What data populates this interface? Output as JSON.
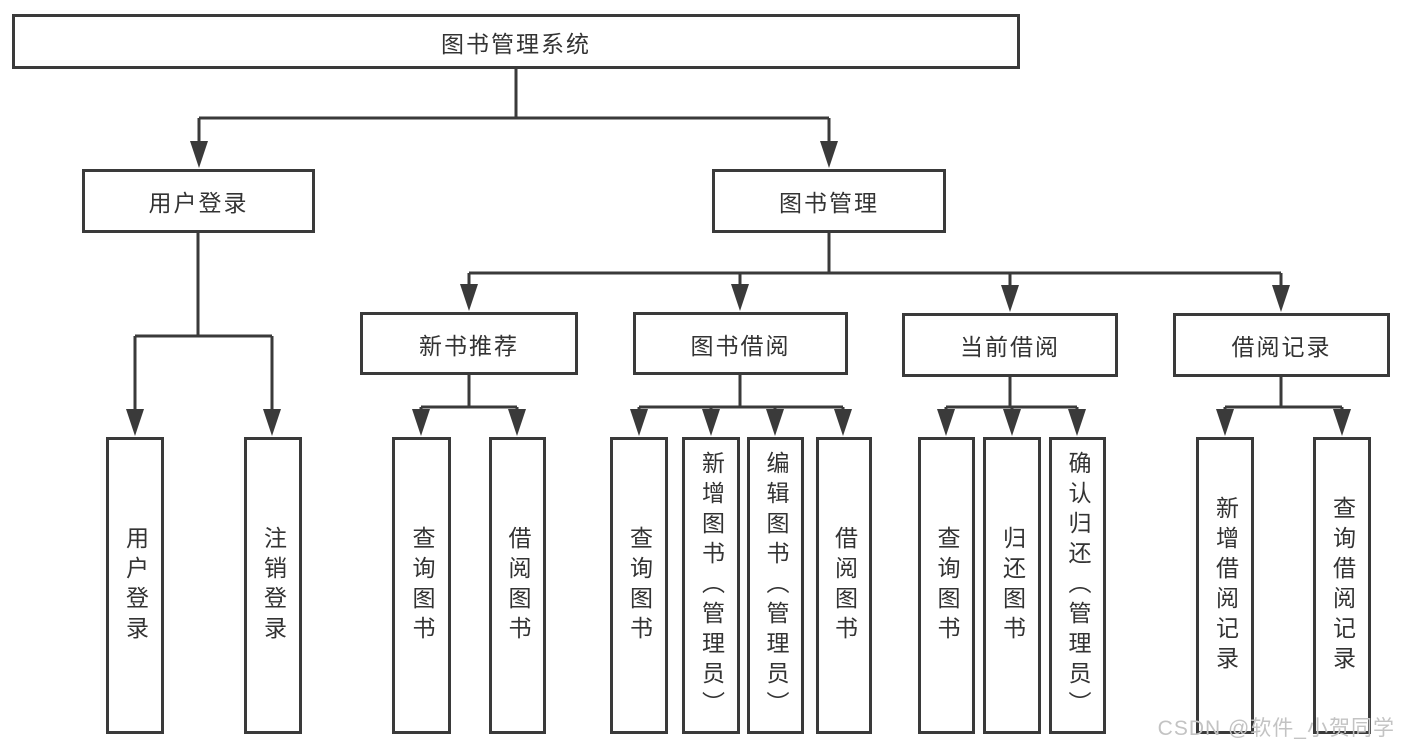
{
  "diagram_title": "图书管理系统",
  "tree": {
    "label": "图书管理系统",
    "children": [
      {
        "label": "用户登录",
        "children": [
          {
            "label": "用户登录"
          },
          {
            "label": "注销登录"
          }
        ]
      },
      {
        "label": "图书管理",
        "children": [
          {
            "label": "新书推荐",
            "children": [
              {
                "label": "查询图书"
              },
              {
                "label": "借阅图书"
              }
            ]
          },
          {
            "label": "图书借阅",
            "children": [
              {
                "label": "查询图书"
              },
              {
                "label": "新增图书（管理员）"
              },
              {
                "label": "编辑图书（管理员）"
              },
              {
                "label": "借阅图书"
              }
            ]
          },
          {
            "label": "当前借阅",
            "children": [
              {
                "label": "查询图书"
              },
              {
                "label": "归还图书"
              },
              {
                "label": "确认归还（管理员）"
              }
            ]
          },
          {
            "label": "借阅记录",
            "children": [
              {
                "label": "新增借阅记录"
              },
              {
                "label": "查询借阅记录"
              }
            ]
          }
        ]
      }
    ]
  },
  "watermark": {
    "text": "CSDN @软件_小贺同学"
  },
  "colors": {
    "line": "#3a3a3a",
    "text": "#333333",
    "watermark": "#c3c3c3",
    "bg": "#ffffff"
  }
}
